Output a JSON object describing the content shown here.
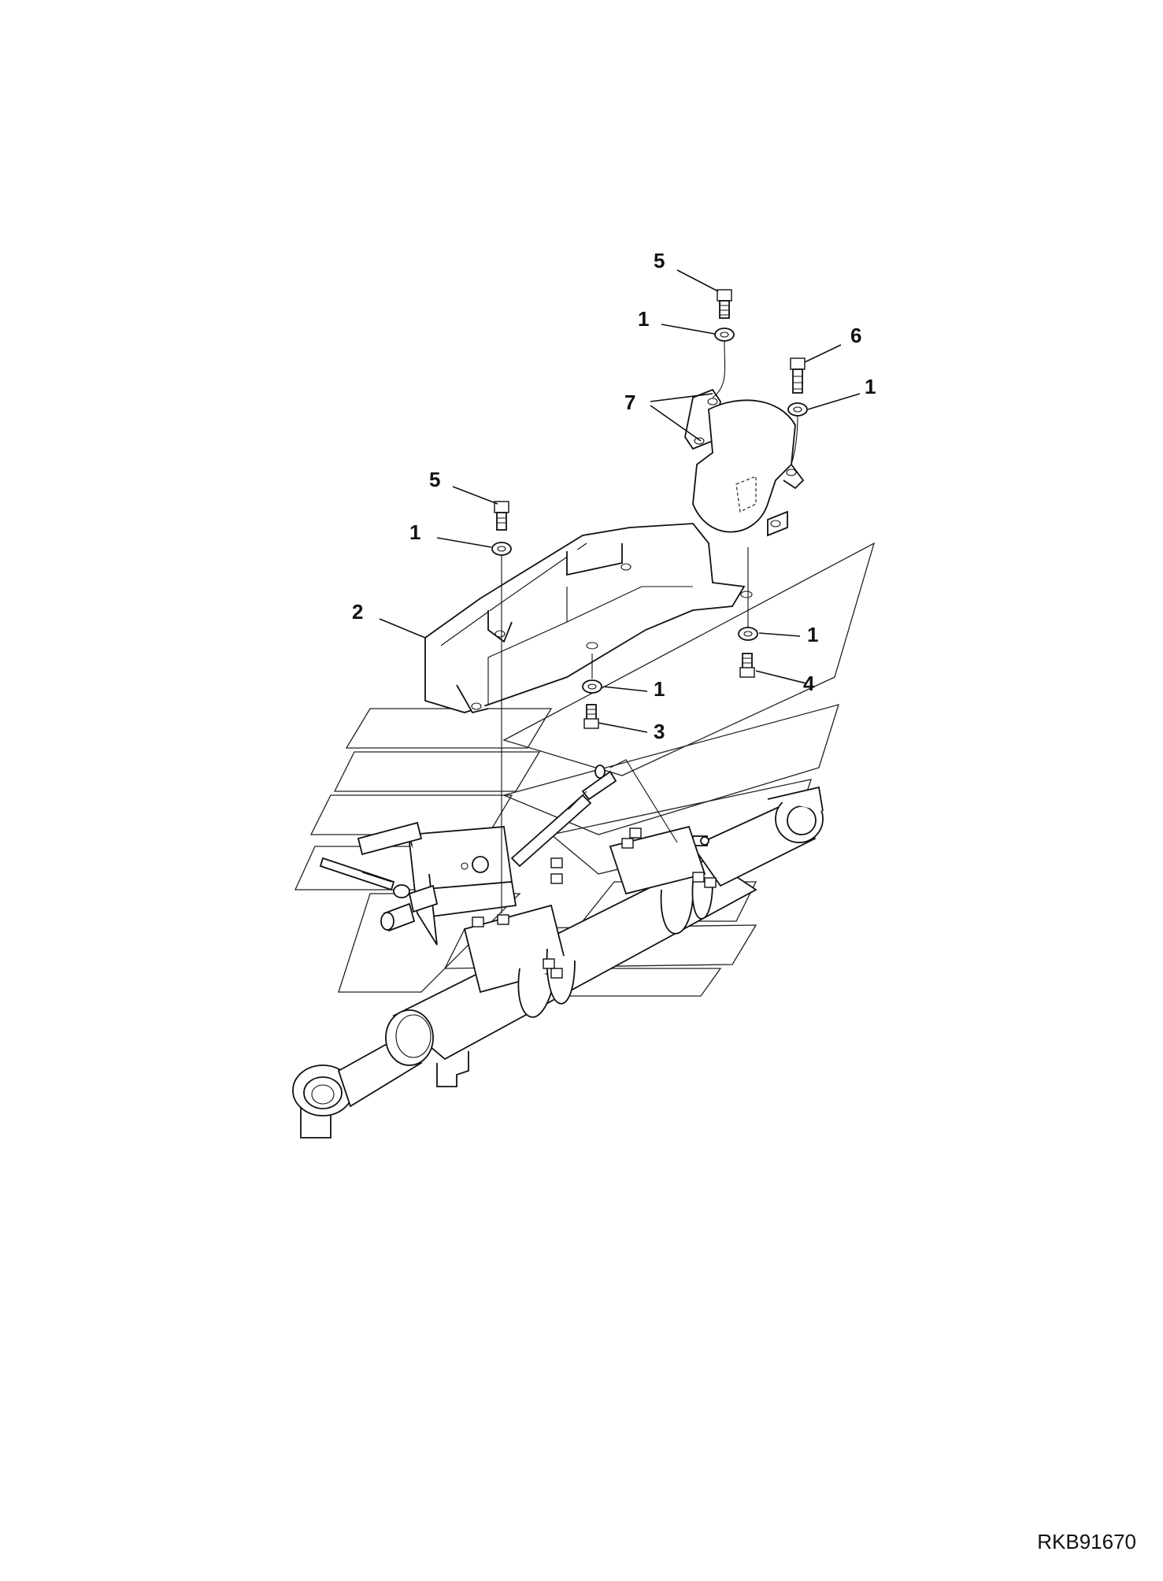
{
  "diagram": {
    "callouts": [
      {
        "id": "c-5-top",
        "label": "5"
      },
      {
        "id": "c-1-top",
        "label": "1"
      },
      {
        "id": "c-6",
        "label": "6"
      },
      {
        "id": "c-1-right",
        "label": "1"
      },
      {
        "id": "c-7",
        "label": "7"
      },
      {
        "id": "c-5-left",
        "label": "5"
      },
      {
        "id": "c-1-left",
        "label": "1"
      },
      {
        "id": "c-2",
        "label": "2"
      },
      {
        "id": "c-1-mid",
        "label": "1"
      },
      {
        "id": "c-4",
        "label": "4"
      },
      {
        "id": "c-1-low",
        "label": "1"
      },
      {
        "id": "c-3",
        "label": "3"
      }
    ],
    "reference_code": "RKB91670"
  }
}
